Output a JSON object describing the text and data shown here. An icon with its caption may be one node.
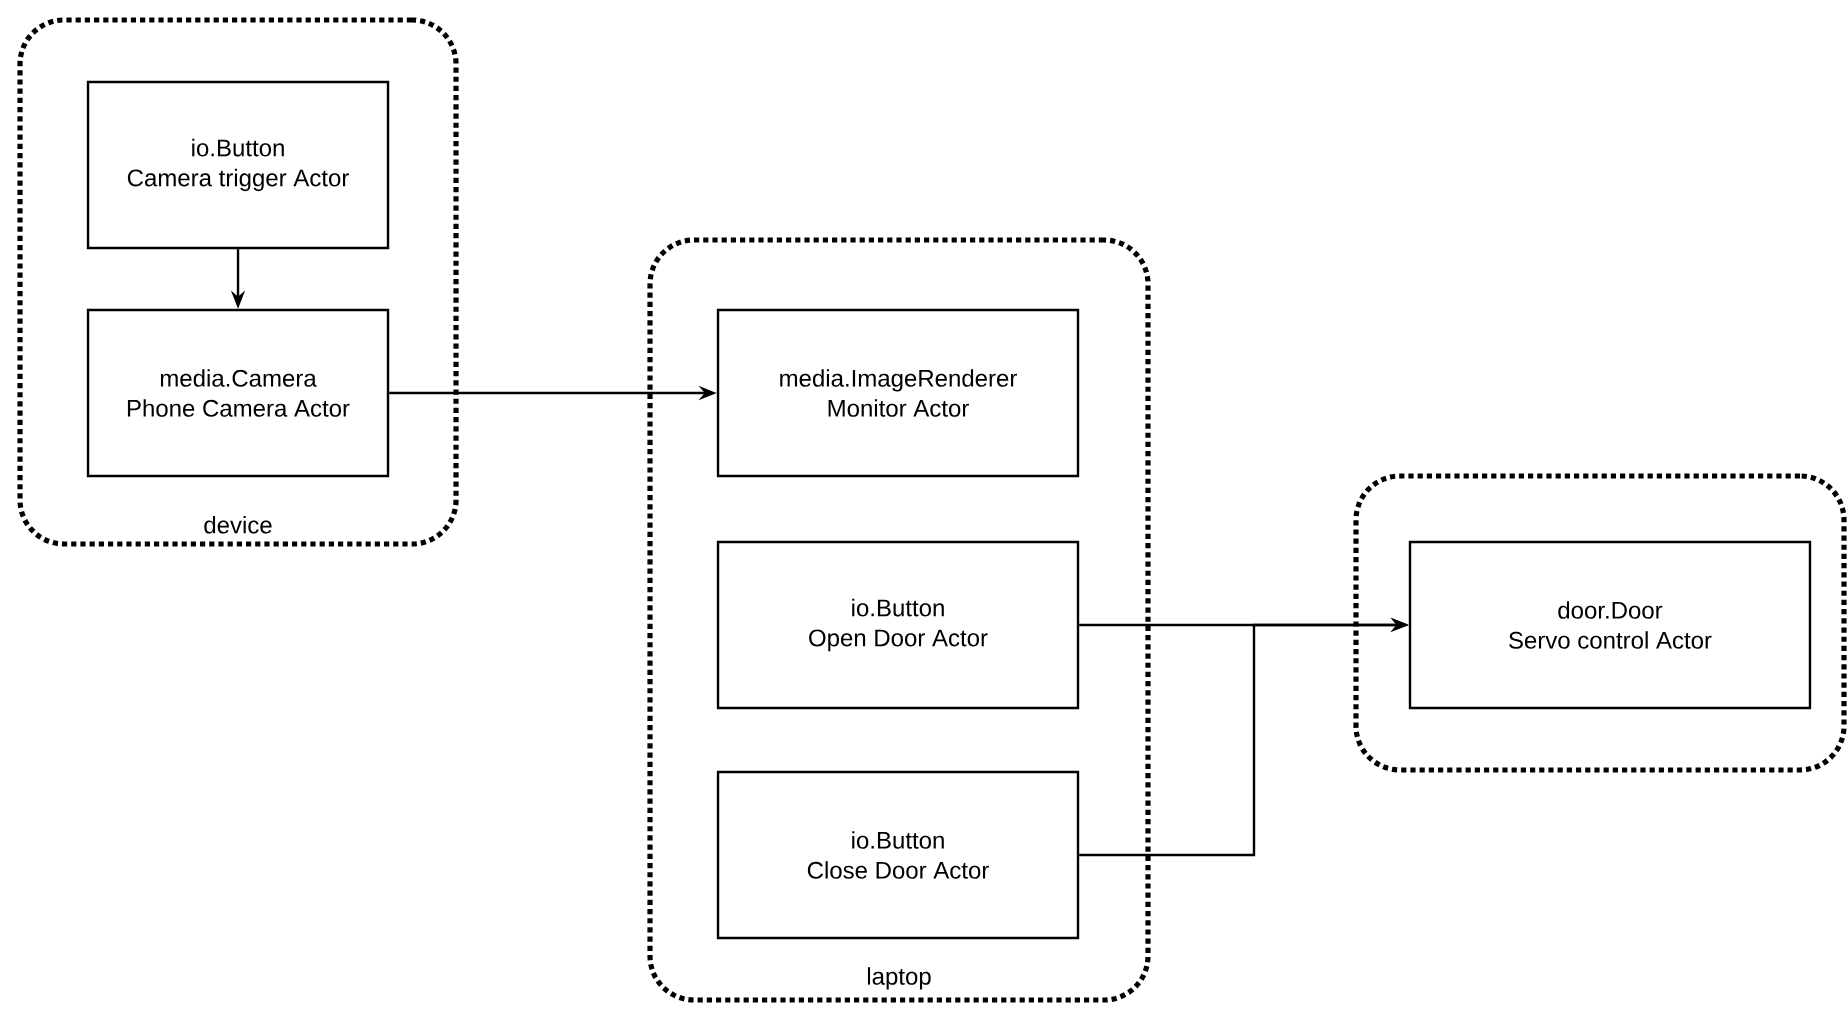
{
  "diagram": {
    "nodes": [
      {
        "text": [
          "device"
        ]
      },
      {
        "text": [
          "io.Button",
          "Camera trigger Actor"
        ],
        "in": 0
      },
      {
        "text": [
          "media.Camera",
          "Phone Camera Actor"
        ],
        "in": 0
      },
      {
        "text": [
          "laptop"
        ]
      },
      {
        "text": [
          "media.ImageRenderer",
          "Monitor Actor"
        ],
        "in": 3
      },
      {
        "text": [
          "io.Button",
          "Open Door Actor"
        ],
        "in": 3
      },
      {
        "text": [
          "io.Button",
          "Close Door Actor"
        ],
        "in": 3
      },
      {
        "text": [],
        "shape": "box"
      },
      {
        "text": [
          "door.Door",
          "Servo control Actor"
        ],
        "in": 7
      }
    ],
    "edges": [
      {
        "from": 1,
        "to": 2,
        "arrow": "to"
      },
      {
        "from": 2,
        "to": 4,
        "arrow": "to"
      },
      {
        "from": 5,
        "to": 8,
        "arrow": "to"
      },
      {
        "from": 6,
        "to": 8,
        "arrow": "to"
      }
    ]
  }
}
